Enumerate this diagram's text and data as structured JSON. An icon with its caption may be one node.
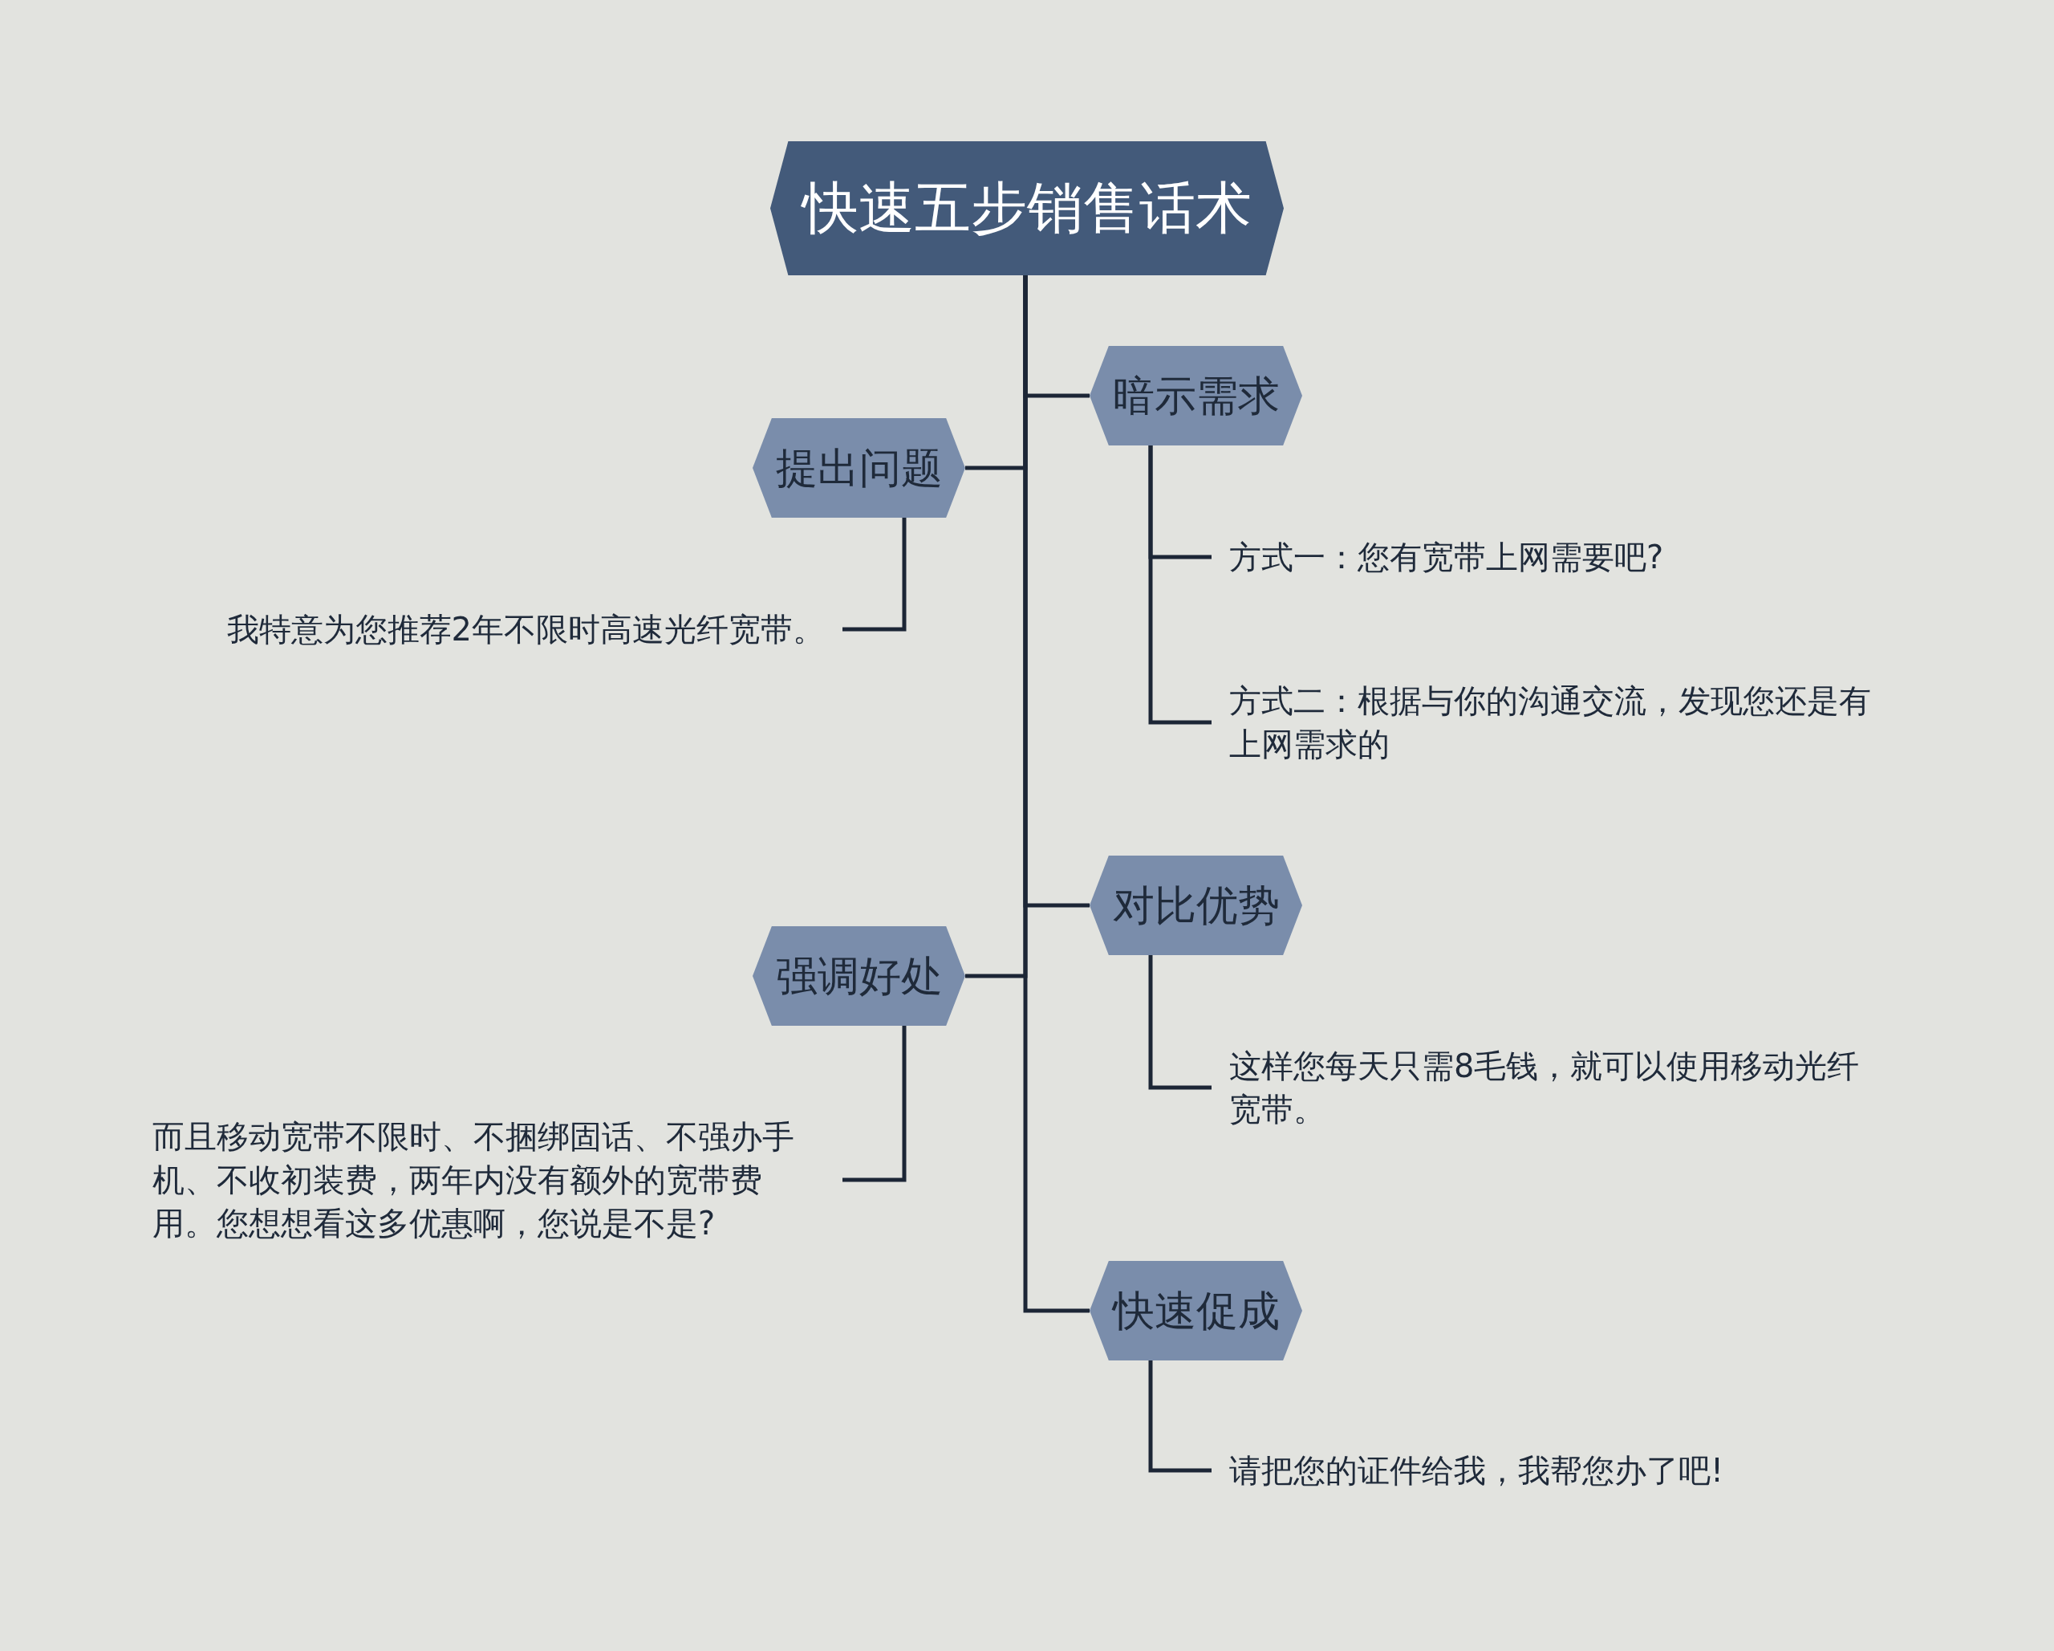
{
  "diagram": {
    "nodes": [
      {
        "text": [
          "快速五步销售话术"
        ]
      },
      {
        "text": [
          "暗示需求"
        ]
      },
      {
        "text": [
          "提出问题"
        ]
      },
      {
        "text": [
          "对比优势"
        ]
      },
      {
        "text": [
          "强调好处"
        ]
      },
      {
        "text": [
          "快速促成"
        ]
      },
      {
        "text": [
          "方式一：您有宽带上网需要吧?"
        ]
      },
      {
        "text": [
          "方式二：根据与你的沟通交流，发现您还是有上网需求的"
        ]
      },
      {
        "text": [
          "我特意为您推荐2年不限时高速光纤宽带。"
        ]
      },
      {
        "text": [
          "这样您每天只需8毛钱，就可以使用移动光纤宽带。"
        ]
      },
      {
        "text": [
          "而且移动宽带不限时、不捆绑固话、不强办手机、不收初装费，两年内没有额外的宽带费用。您想想看这多优惠啊，您说是不是?"
        ]
      },
      {
        "text": [
          "请把您的证件给我，我帮您办了吧!"
        ]
      }
    ],
    "edges": [
      {
        "from": 0,
        "to": 1,
        "arrow": "none"
      },
      {
        "from": 0,
        "to": 2,
        "arrow": "none"
      },
      {
        "from": 0,
        "to": 3,
        "arrow": "none"
      },
      {
        "from": 0,
        "to": 4,
        "arrow": "none"
      },
      {
        "from": 0,
        "to": 5,
        "arrow": "none"
      },
      {
        "from": 1,
        "to": 6,
        "arrow": "none"
      },
      {
        "from": 1,
        "to": 7,
        "arrow": "none"
      },
      {
        "from": 2,
        "to": 8,
        "arrow": "none"
      },
      {
        "from": 3,
        "to": 9,
        "arrow": "none"
      },
      {
        "from": 4,
        "to": 10,
        "arrow": "none"
      },
      {
        "from": 5,
        "to": 11,
        "arrow": "none"
      }
    ]
  }
}
